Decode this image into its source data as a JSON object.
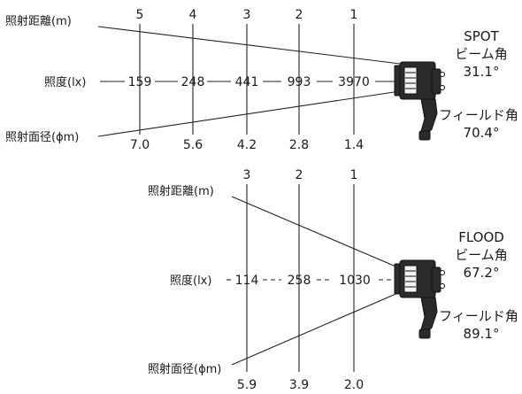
{
  "spot": {
    "distance_label": "照射距離(m)",
    "illuminance_label": "照度(lx)",
    "diameter_label": "照射面径(ϕm)",
    "distances": [
      "5",
      "4",
      "3",
      "2",
      "1"
    ],
    "illuminance": [
      "159",
      "248",
      "441",
      "993",
      "3970"
    ],
    "diameters": [
      "7.0",
      "5.6",
      "4.2",
      "2.8",
      "1.4"
    ],
    "mode": "SPOT",
    "beam_label": "ビーム角",
    "beam_angle": "31.1°",
    "field_label": "フィールド角",
    "field_angle": "70.4°"
  },
  "flood": {
    "distance_label": "照射距離(m)",
    "illuminance_label": "照度(lx)",
    "diameter_label": "照射面径(ϕm)",
    "distances": [
      "3",
      "2",
      "1"
    ],
    "illuminance": [
      "114",
      "258",
      "1030"
    ],
    "diameters": [
      "5.9",
      "3.9",
      "2.0"
    ],
    "mode": "FLOOD",
    "beam_label": "ビーム角",
    "beam_angle": "67.2°",
    "field_label": "フィールド角",
    "field_angle": "89.1°"
  }
}
